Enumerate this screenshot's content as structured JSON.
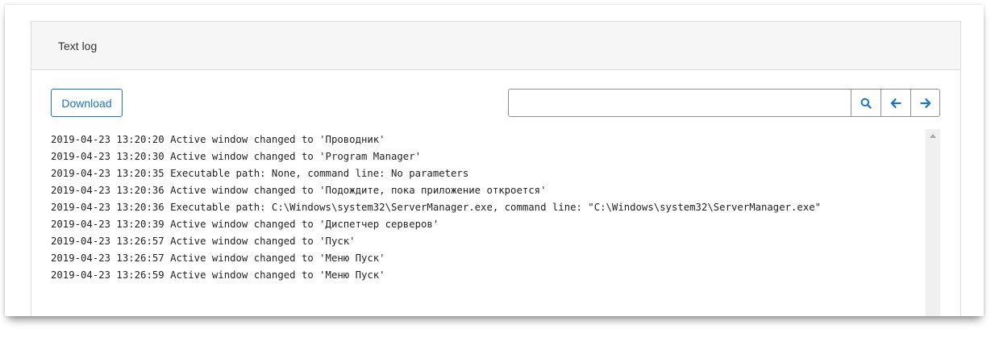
{
  "panel": {
    "title": "Text log"
  },
  "toolbar": {
    "download_label": "Download",
    "search": {
      "value": "",
      "placeholder": ""
    },
    "icons": {
      "search": "search-icon",
      "prev": "arrow-left-icon",
      "next": "arrow-right-icon"
    }
  },
  "colors": {
    "accent": "#1a73c8",
    "header_bg": "#f6f6f6",
    "border": "#dcdcdc",
    "scrollbar": "#f0f0f0"
  },
  "log": {
    "lines": [
      "2019-04-23 13:20:20 Active window changed to 'Проводник'",
      "2019-04-23 13:20:30 Active window changed to 'Program Manager'",
      "2019-04-23 13:20:35 Executable path: None, command line: No parameters",
      "2019-04-23 13:20:36 Active window changed to 'Подождите, пока приложение откроется'",
      "2019-04-23 13:20:36 Executable path: C:\\Windows\\system32\\ServerManager.exe, command line: \"C:\\Windows\\system32\\ServerManager.exe\"",
      "2019-04-23 13:20:39 Active window changed to 'Диспетчер серверов'",
      "2019-04-23 13:26:57 Active window changed to 'Пуск'",
      "2019-04-23 13:26:57 Active window changed to 'Меню Пуск'",
      "2019-04-23 13:26:59 Active window changed to 'Меню Пуск'"
    ]
  }
}
